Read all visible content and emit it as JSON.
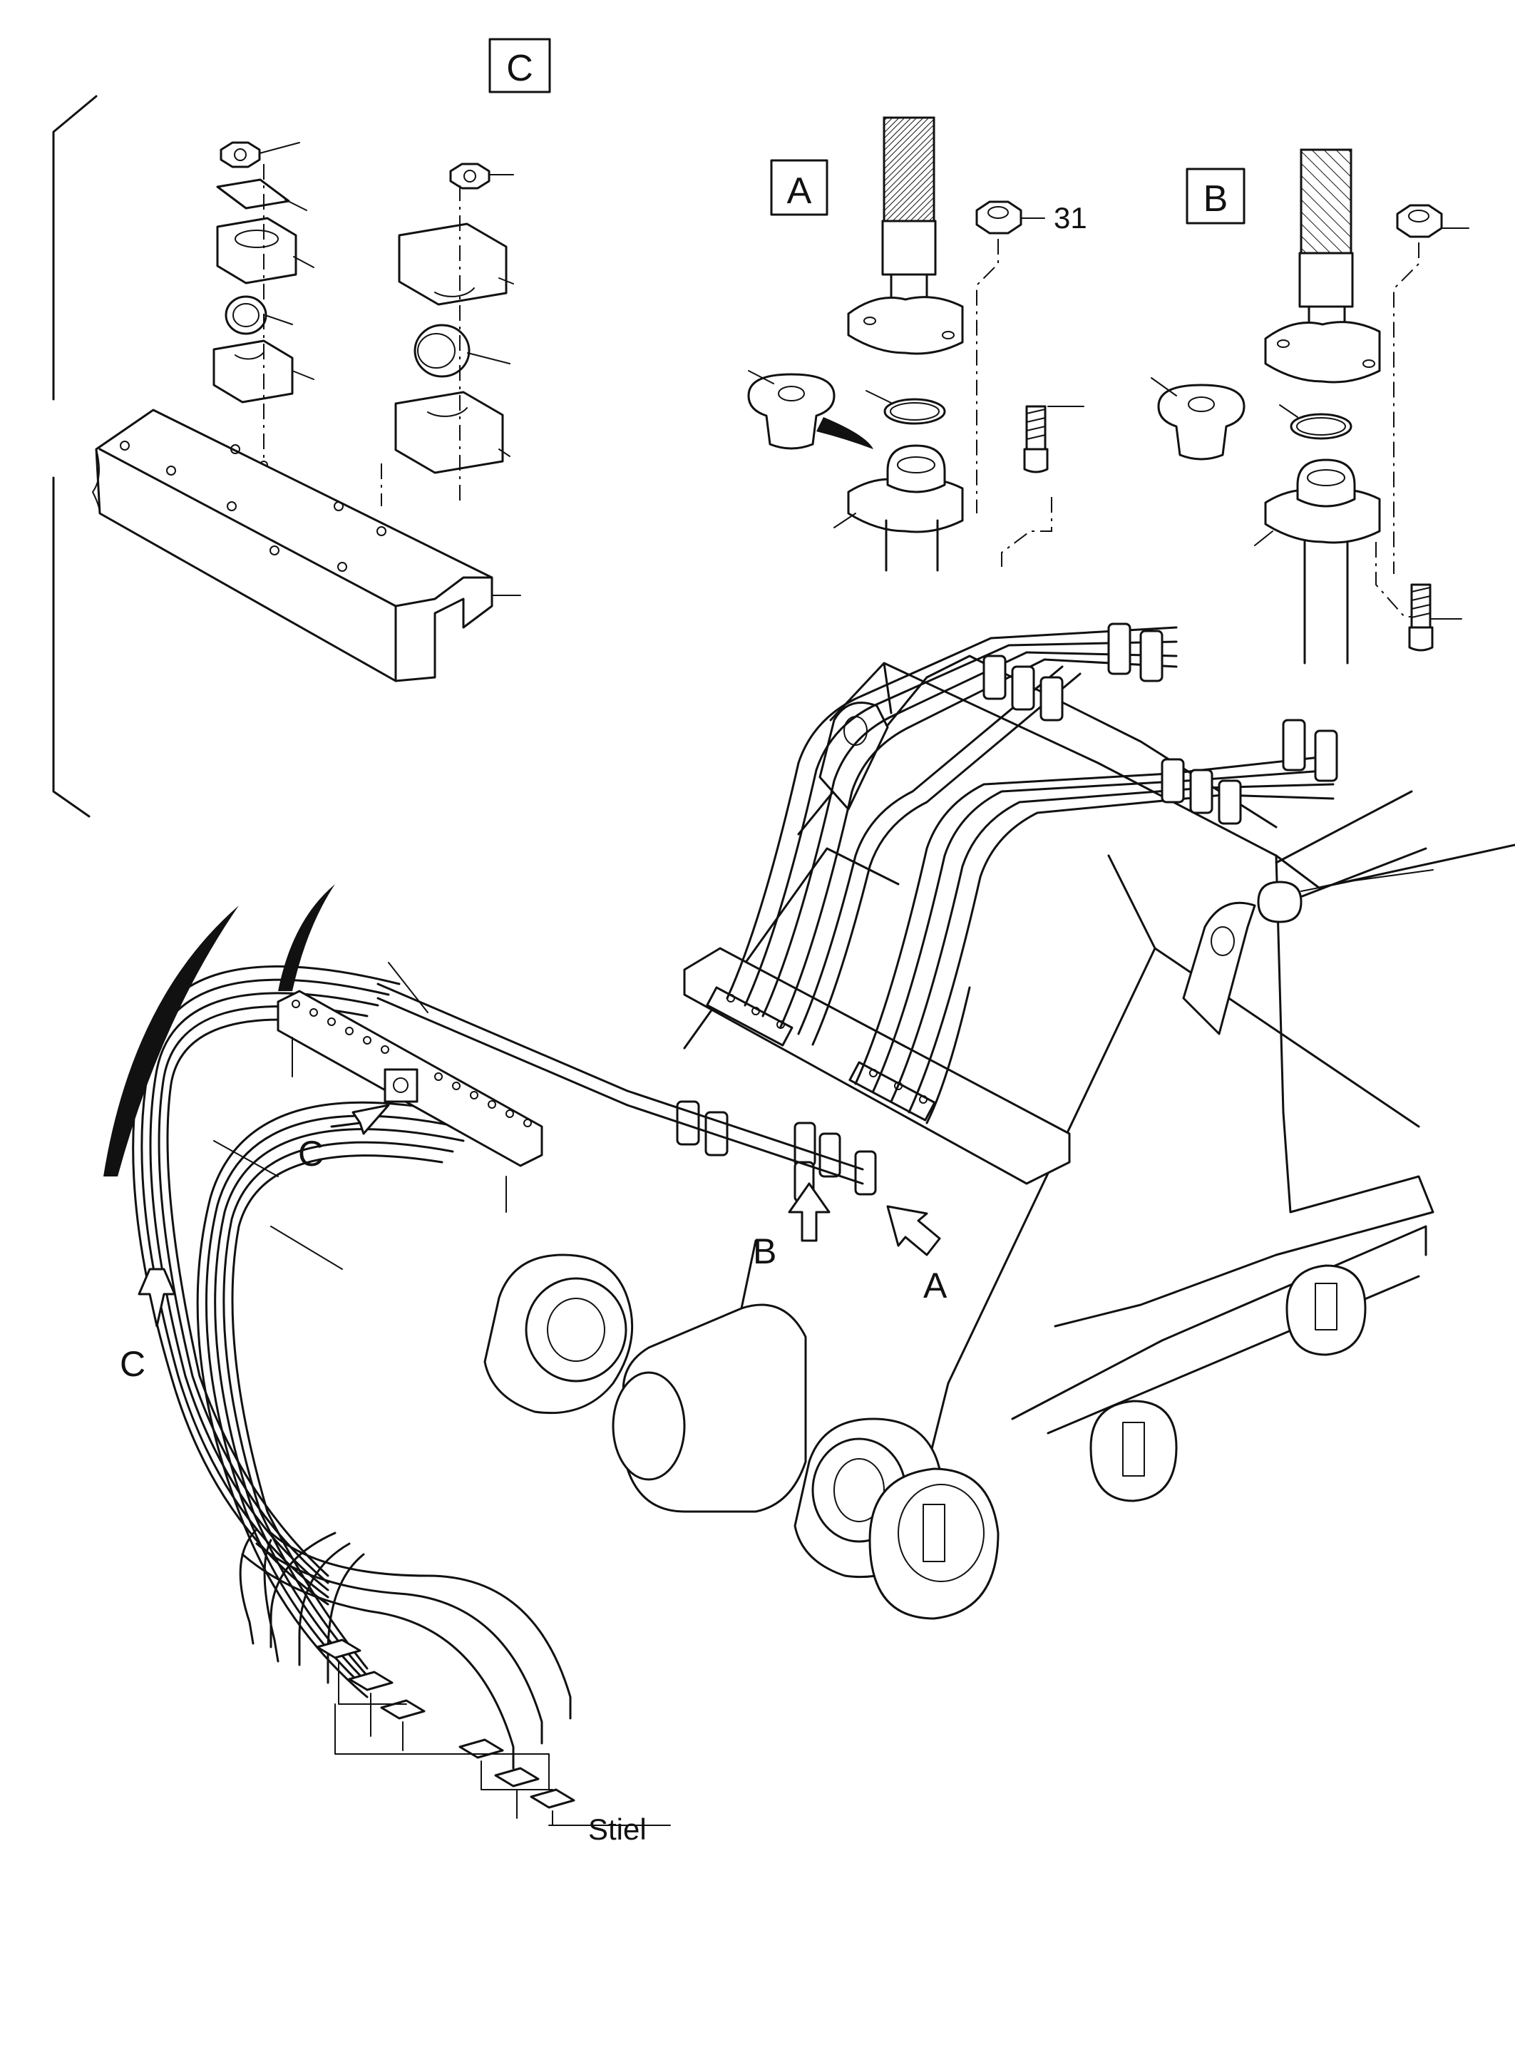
{
  "labels": {
    "detail_a": "A",
    "detail_b": "B",
    "detail_c": "C",
    "callout_31": "31",
    "stiel": "Stiel"
  }
}
